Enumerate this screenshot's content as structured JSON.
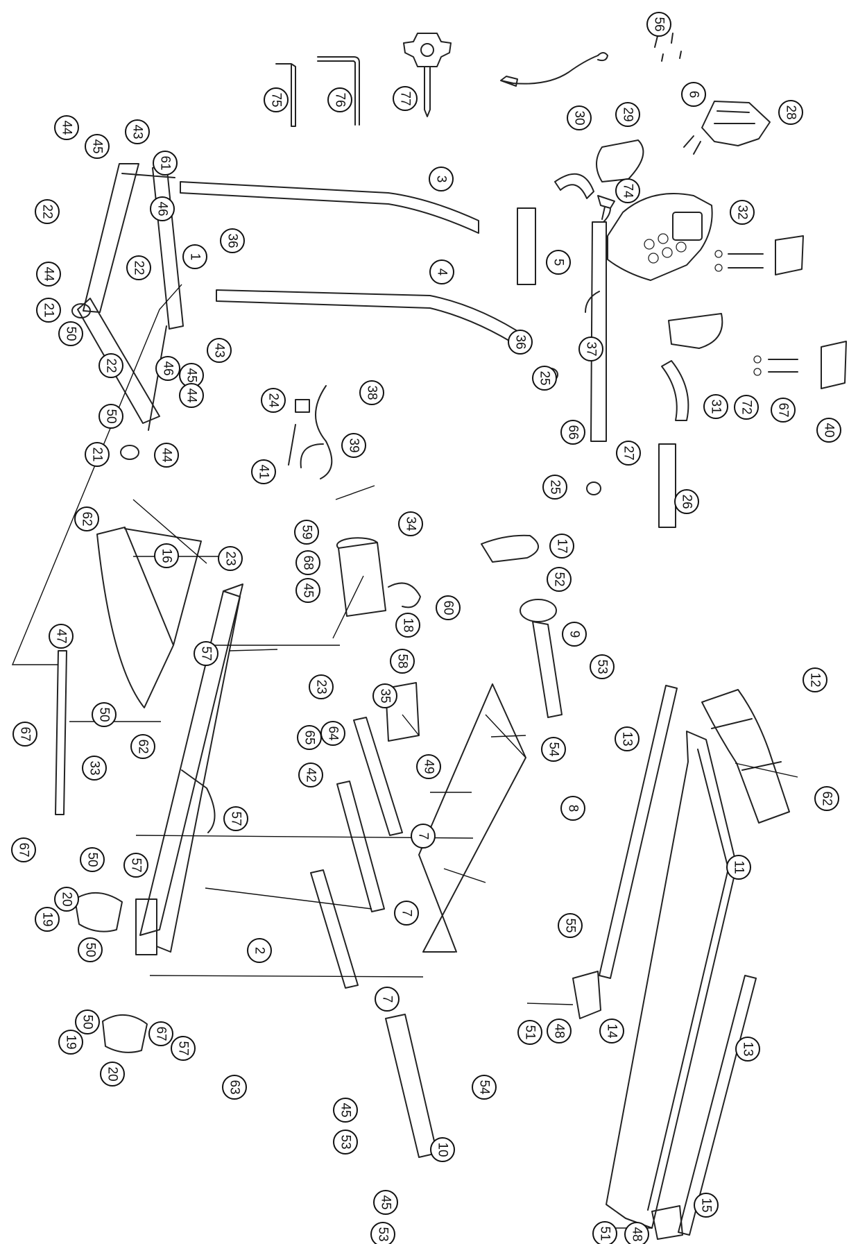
{
  "balloons": [
    {
      "id": "b56",
      "label": "56"
    },
    {
      "id": "b6",
      "label": "6"
    },
    {
      "id": "b28",
      "label": "28"
    },
    {
      "id": "b75",
      "label": "75"
    },
    {
      "id": "b76",
      "label": "76"
    },
    {
      "id": "b77",
      "label": "77"
    },
    {
      "id": "b30",
      "label": "30"
    },
    {
      "id": "b29",
      "label": "29"
    },
    {
      "id": "b74",
      "label": "74"
    },
    {
      "id": "b32",
      "label": "32"
    },
    {
      "id": "b5",
      "label": "5"
    },
    {
      "id": "b37",
      "label": "37"
    },
    {
      "id": "b25a",
      "label": "25"
    },
    {
      "id": "b66",
      "label": "66"
    },
    {
      "id": "b27",
      "label": "27"
    },
    {
      "id": "b31",
      "label": "31"
    },
    {
      "id": "b72",
      "label": "72"
    },
    {
      "id": "b67a",
      "label": "67"
    },
    {
      "id": "b40",
      "label": "40"
    },
    {
      "id": "b25b",
      "label": "25"
    },
    {
      "id": "b26",
      "label": "26"
    },
    {
      "id": "b44a",
      "label": "44"
    },
    {
      "id": "b45a",
      "label": "45"
    },
    {
      "id": "b43a",
      "label": "43"
    },
    {
      "id": "b61",
      "label": "61"
    },
    {
      "id": "b3",
      "label": "3"
    },
    {
      "id": "b22a",
      "label": "22"
    },
    {
      "id": "b46a",
      "label": "46"
    },
    {
      "id": "b36a",
      "label": "36"
    },
    {
      "id": "b1",
      "label": "1"
    },
    {
      "id": "b22b",
      "label": "22"
    },
    {
      "id": "b44b",
      "label": "44"
    },
    {
      "id": "b4",
      "label": "4"
    },
    {
      "id": "b36b",
      "label": "36"
    },
    {
      "id": "b21a",
      "label": "21"
    },
    {
      "id": "b50a",
      "label": "50"
    },
    {
      "id": "b43b",
      "label": "43"
    },
    {
      "id": "b22c",
      "label": "22"
    },
    {
      "id": "b46b",
      "label": "46"
    },
    {
      "id": "b45b",
      "label": "45"
    },
    {
      "id": "b44c",
      "label": "44"
    },
    {
      "id": "b50b",
      "label": "50"
    },
    {
      "id": "b21b",
      "label": "21"
    },
    {
      "id": "b44d",
      "label": "44"
    },
    {
      "id": "b24",
      "label": "24"
    },
    {
      "id": "b38",
      "label": "38"
    },
    {
      "id": "b39",
      "label": "39"
    },
    {
      "id": "b41",
      "label": "41"
    },
    {
      "id": "b62a",
      "label": "62"
    },
    {
      "id": "b16",
      "label": "16"
    },
    {
      "id": "b23a",
      "label": "23"
    },
    {
      "id": "b59",
      "label": "59"
    },
    {
      "id": "b68",
      "label": "68"
    },
    {
      "id": "b45c",
      "label": "45"
    },
    {
      "id": "b34",
      "label": "34"
    },
    {
      "id": "b17",
      "label": "17"
    },
    {
      "id": "b52",
      "label": "52"
    },
    {
      "id": "b60",
      "label": "60"
    },
    {
      "id": "b18",
      "label": "18"
    },
    {
      "id": "b58",
      "label": "58"
    },
    {
      "id": "b9",
      "label": "9"
    },
    {
      "id": "b47",
      "label": "47"
    },
    {
      "id": "b57a",
      "label": "57"
    },
    {
      "id": "b23b",
      "label": "23"
    },
    {
      "id": "b53a",
      "label": "53"
    },
    {
      "id": "b35",
      "label": "35"
    },
    {
      "id": "b12",
      "label": "12"
    },
    {
      "id": "b50c",
      "label": "50"
    },
    {
      "id": "b64",
      "label": "64"
    },
    {
      "id": "b65",
      "label": "65"
    },
    {
      "id": "b13a",
      "label": "13"
    },
    {
      "id": "b67b",
      "label": "67"
    },
    {
      "id": "b62b",
      "label": "62"
    },
    {
      "id": "b33",
      "label": "33"
    },
    {
      "id": "b49",
      "label": "49"
    },
    {
      "id": "b54a",
      "label": "54"
    },
    {
      "id": "b42",
      "label": "42"
    },
    {
      "id": "b62c",
      "label": "62"
    },
    {
      "id": "b7a",
      "label": "7"
    },
    {
      "id": "b8",
      "label": "8"
    },
    {
      "id": "b57b",
      "label": "57"
    },
    {
      "id": "b50d",
      "label": "50"
    },
    {
      "id": "b67c",
      "label": "67"
    },
    {
      "id": "b57c",
      "label": "57"
    },
    {
      "id": "b11",
      "label": "11"
    },
    {
      "id": "b20a",
      "label": "20"
    },
    {
      "id": "b19a",
      "label": "19"
    },
    {
      "id": "b7b",
      "label": "7"
    },
    {
      "id": "b55",
      "label": "55"
    },
    {
      "id": "b50e",
      "label": "50"
    },
    {
      "id": "b2",
      "label": "2"
    },
    {
      "id": "b7c",
      "label": "7"
    },
    {
      "id": "b50f",
      "label": "50"
    },
    {
      "id": "b19b",
      "label": "19"
    },
    {
      "id": "b51a",
      "label": "51"
    },
    {
      "id": "b48a",
      "label": "48"
    },
    {
      "id": "b14",
      "label": "14"
    },
    {
      "id": "b67d",
      "label": "67"
    },
    {
      "id": "b57d",
      "label": "57"
    },
    {
      "id": "b13b",
      "label": "13"
    },
    {
      "id": "b20b",
      "label": "20"
    },
    {
      "id": "b63",
      "label": "63"
    },
    {
      "id": "b54b",
      "label": "54"
    },
    {
      "id": "b45d",
      "label": "45"
    },
    {
      "id": "b53b",
      "label": "53"
    },
    {
      "id": "b10",
      "label": "10"
    },
    {
      "id": "b45e",
      "label": "45"
    },
    {
      "id": "b53c",
      "label": "53"
    },
    {
      "id": "b15",
      "label": "15"
    },
    {
      "id": "b51b",
      "label": "51"
    },
    {
      "id": "b48b",
      "label": "48"
    }
  ]
}
